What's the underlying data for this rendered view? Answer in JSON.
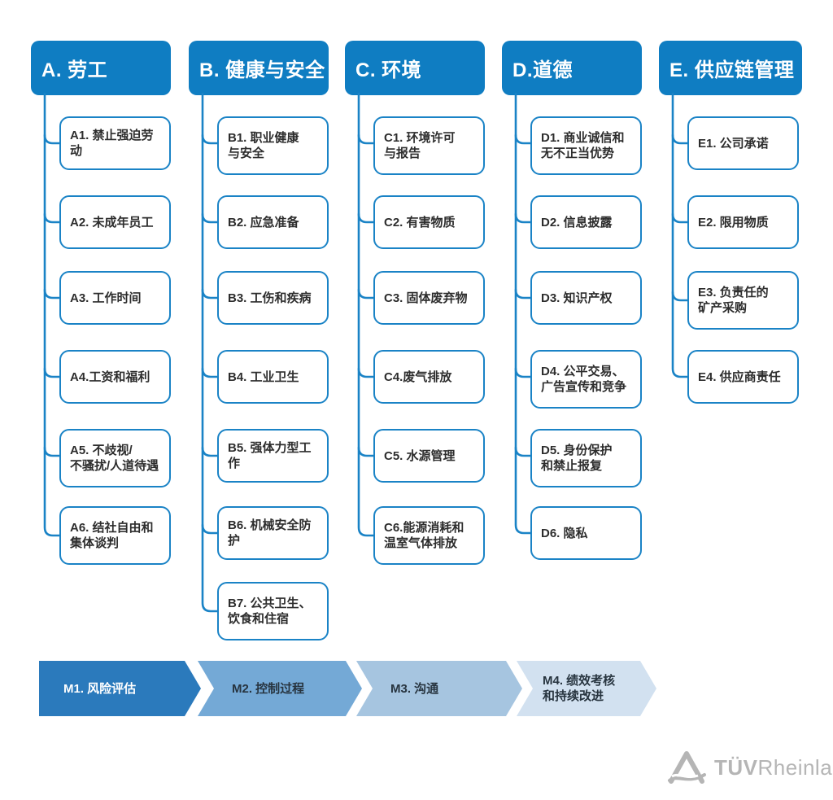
{
  "columns": [
    {
      "header": "A. 劳工",
      "items": [
        "A1. 禁止强迫劳动",
        "A2. 未成年员工",
        "A3. 工作时间",
        "A4.工资和福利",
        "A5. 不歧视/\n不骚扰/人道待遇",
        "A6. 结社自由和\n集体谈判"
      ]
    },
    {
      "header": "B. 健康与安全",
      "items": [
        "B1. 职业健康\n与安全",
        "B2. 应急准备",
        "B3. 工伤和疾病",
        "B4. 工业卫生",
        "B5. 强体力型工作",
        "B6. 机械安全防护",
        "B7. 公共卫生、\n饮食和住宿"
      ]
    },
    {
      "header": "C. 环境",
      "items": [
        "C1. 环境许可\n与报告",
        "C2. 有害物质",
        "C3. 固体废弃物",
        "C4.废气排放",
        "C5. 水源管理",
        "C6.能源消耗和\n温室气体排放"
      ]
    },
    {
      "header": "D.道德",
      "items": [
        "D1. 商业诚信和\n无不正当优势",
        "D2. 信息披露",
        "D3. 知识产权",
        "D4. 公平交易、\n广告宣传和竞争",
        "D5. 身份保护\n和禁止报复",
        "D6. 隐私"
      ]
    },
    {
      "header": "E. 供应链管理",
      "items": [
        "E1. 公司承诺",
        "E2. 限用物质",
        "E3. 负责任的\n矿产采购",
        "E4. 供应商责任"
      ]
    }
  ],
  "process": {
    "steps": [
      {
        "label": "M1. 风险评估",
        "color": "#2b7abc",
        "text_color": "#ffffff"
      },
      {
        "label": "M2. 控制过程",
        "color": "#74a9d6",
        "text_color": "#27343f"
      },
      {
        "label": "M3. 沟通",
        "color": "#a6c5e0",
        "text_color": "#27343f"
      },
      {
        "label": "M4. 绩效考核\n和持续改进",
        "color": "#d2e1f0",
        "text_color": "#27343f"
      }
    ]
  },
  "logo": {
    "brand_bold": "TÜV",
    "brand_regular": "Rheinland"
  },
  "colors": {
    "header_bg": "#0f7dc2",
    "box_border": "#1a83c6",
    "logo_gray": "#b5b5b5"
  }
}
